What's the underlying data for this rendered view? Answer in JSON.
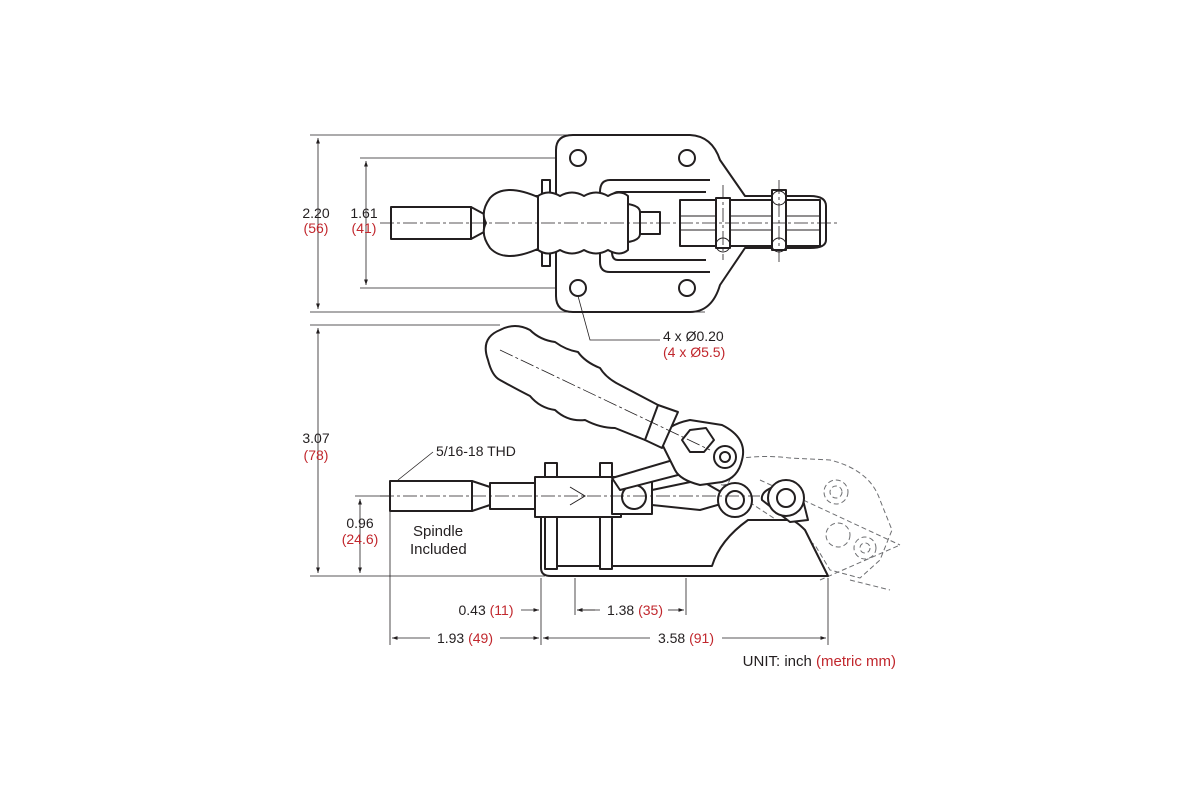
{
  "top_view": {
    "width_in": "2.20",
    "width_mm": "(56)",
    "hole_span_in": "1.61",
    "hole_span_mm": "(41)",
    "holes_in": "4 x Ø0.20",
    "holes_mm": "(4 x Ø5.5)"
  },
  "side_view": {
    "height_in": "3.07",
    "height_mm": "(78)",
    "thread": "5/16-18 THD",
    "spindle_height_in": "0.96",
    "spindle_height_mm": "(24.6)",
    "spindle_note_line1": "Spindle",
    "spindle_note_line2": "Included"
  },
  "bottom_dims": {
    "d1_in": "0.43",
    "d1_mm": "(11)",
    "d2_in": "1.38",
    "d2_mm": "(35)",
    "d3_in": "1.93",
    "d3_mm": "(49)",
    "d4_in": "3.58",
    "d4_mm": "(91)"
  },
  "units": {
    "label": "UNIT:  inch",
    "metric": "(metric mm)"
  },
  "colors": {
    "line": "#231f20",
    "metric": "#c1272d"
  }
}
